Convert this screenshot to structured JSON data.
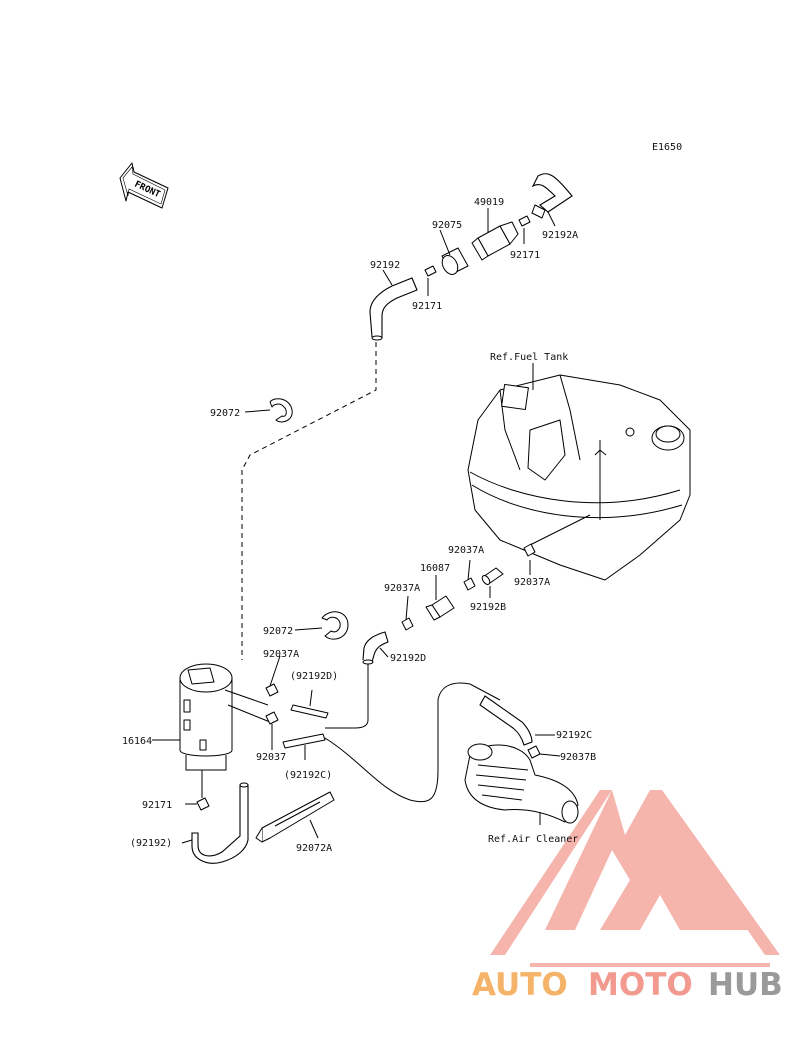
{
  "diagram_code": "E1650",
  "front_arrow": "FRONT",
  "labels": {
    "p49019": "49019",
    "p92075": "92075",
    "p92171_top_right": "92171",
    "p92192A": "92192A",
    "p92192": "92192",
    "p92171_top_left": "92171",
    "p92072_top": "92072",
    "ref_fuel_tank": "Ref.Fuel Tank",
    "p92037A_top": "92037A",
    "p16087": "16087",
    "p92037A_right": "92037A",
    "p92037A_left": "92037A",
    "p92192B": "92192B",
    "p92072_mid": "92072",
    "p92192D": "92192D",
    "p92037A_canister": "92037A",
    "p92192D_paren": "(92192D)",
    "p16164": "16164",
    "p92037": "92037",
    "p92192C_paren": "(92192C)",
    "p92192C": "92192C",
    "p92037B": "92037B",
    "p92171_bottom": "92171",
    "p92192_paren": "(92192)",
    "p92072A": "92072A",
    "ref_air_cleaner": "Ref.Air Cleaner"
  },
  "watermark": {
    "part1": "AUTO",
    "part2": "MOTO",
    "part3": "HUB",
    "color1": "#f5b36a",
    "color2": "#f29a90",
    "color3": "#9a9a9a",
    "logo_color": "#f4a79e"
  }
}
